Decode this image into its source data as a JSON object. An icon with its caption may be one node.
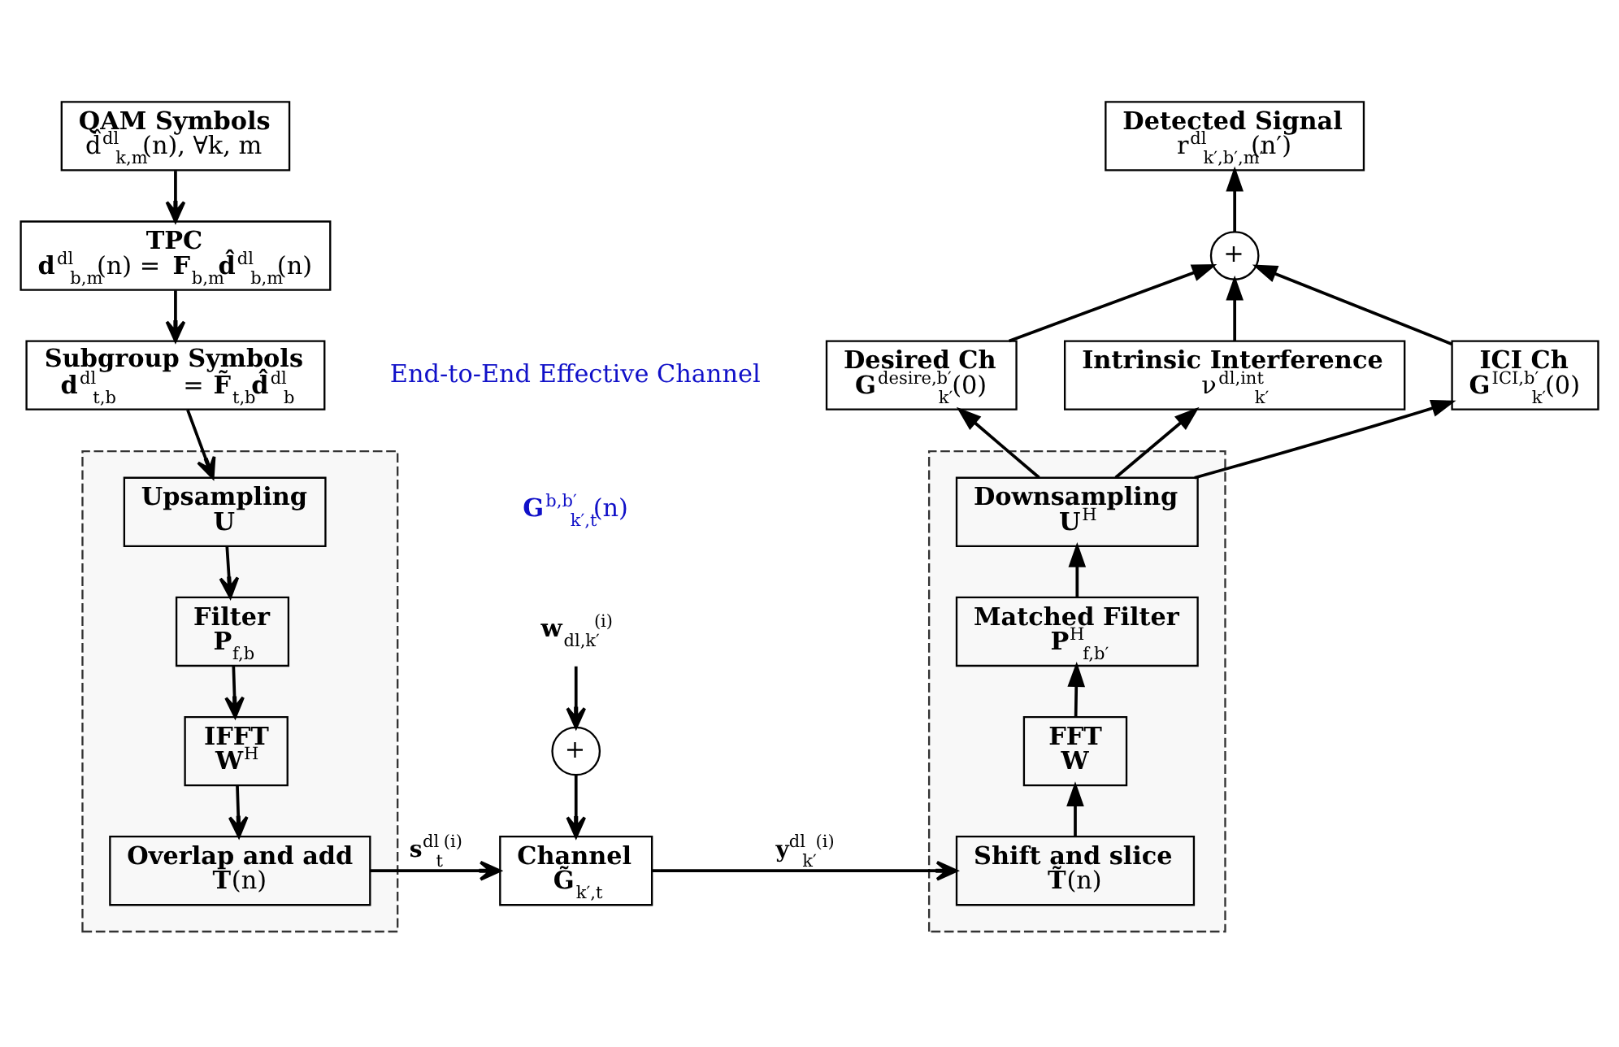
{
  "diagram": {
    "nodes": [
      {
        "text": [
          "QAM Symbols",
          "d̂$^{dl}$$_{k,m}$(n), ∀k, m"
        ]
      },
      {
        "text": [
          "TPC",
          "**d**$^{dl}$$_{b,m}$(n) = **F**$_{b,m}$**d̂**$^{dl}$$_{b,m}$(n)"
        ]
      },
      {
        "text": [
          "Subgroup Symbols",
          "**d**$^{dl}$$_{t,b}$ = **F̃**$_{t,b}$**d̂**$^{dl}$$_{b}$"
        ]
      },
      {
        "text": [],
        "shape": "box"
      },
      {
        "text": [
          "Upsampling",
          "**U**"
        ],
        "in": 3
      },
      {
        "text": [
          "Filter",
          "**P**$_{f,b}$"
        ],
        "in": 3
      },
      {
        "text": [
          "IFFT",
          "**W**$^{H}$"
        ],
        "in": 3
      },
      {
        "text": [
          "Overlap and add",
          "**T**(n)"
        ],
        "in": 3
      },
      {
        "text": [
          "**w**$_{dl,k′}$$^{(i)}$"
        ]
      },
      {
        "text": [
          "+"
        ]
      },
      {
        "text": [
          "Channel",
          "**G̃**$_{k′,t}$"
        ]
      },
      {
        "text": [],
        "shape": "box"
      },
      {
        "text": [
          "Shift and slice",
          "**T̃**(n)"
        ],
        "in": 11
      },
      {
        "text": [
          "FFT",
          "**W**"
        ],
        "in": 11
      },
      {
        "text": [
          "Matched Filter",
          "**P**$^{H}$$_{f,b′}$"
        ],
        "in": 11
      },
      {
        "text": [
          "Downsampling",
          "**U**$^{H}$"
        ],
        "in": 11
      },
      {
        "text": [
          "Desired Ch",
          "**G**$^{desire,b′}$$_{k′}$(0)"
        ]
      },
      {
        "text": [
          "Intrinsic Interference",
          "ν$^{dl,int}$$_{k′}$"
        ]
      },
      {
        "text": [
          "ICI Ch",
          "**G**$^{ICI,b′}$$_{k′}$(0)"
        ]
      },
      {
        "text": [
          "+"
        ]
      },
      {
        "text": [
          "Detected Signal",
          "r$^{dl}$$_{k′,b′,m′}$(n′)"
        ]
      }
    ],
    "edges": [
      {
        "from": 0,
        "to": 1,
        "arrow": "to"
      },
      {
        "from": 1,
        "to": 2,
        "arrow": "to"
      },
      {
        "from": 2,
        "to": 4,
        "arrow": "to"
      },
      {
        "from": 4,
        "to": 5,
        "arrow": "to"
      },
      {
        "from": 5,
        "to": 6,
        "arrow": "to"
      },
      {
        "from": 6,
        "to": 7,
        "arrow": "to"
      },
      {
        "from": 7,
        "to": 10,
        "arrow": "to",
        "label": "**s**$^{dl}$$_{t}$$^{(i)}$"
      },
      {
        "from": 8,
        "to": 9,
        "arrow": "to"
      },
      {
        "from": 9,
        "to": 10,
        "arrow": "to"
      },
      {
        "from": 10,
        "to": 12,
        "arrow": "to",
        "label": "**y**$^{dl}$$_{k′}$$^{(i)}$"
      },
      {
        "from": 12,
        "to": 13,
        "arrow": "to"
      },
      {
        "from": 13,
        "to": 14,
        "arrow": "to"
      },
      {
        "from": 14,
        "to": 15,
        "arrow": "to"
      },
      {
        "from": 15,
        "to": 16,
        "arrow": "to"
      },
      {
        "from": 15,
        "to": 17,
        "arrow": "to"
      },
      {
        "from": 15,
        "to": 18,
        "arrow": "to"
      },
      {
        "from": 16,
        "to": 19,
        "arrow": "to"
      },
      {
        "from": 17,
        "to": 19,
        "arrow": "to"
      },
      {
        "from": 18,
        "to": 19,
        "arrow": "to"
      },
      {
        "from": 19,
        "to": 20,
        "arrow": "to"
      }
    ],
    "labels": [
      "End-to-End Effective Channel",
      "**G**$^{b,b′}$$_{k′,t}$(n)"
    ]
  }
}
